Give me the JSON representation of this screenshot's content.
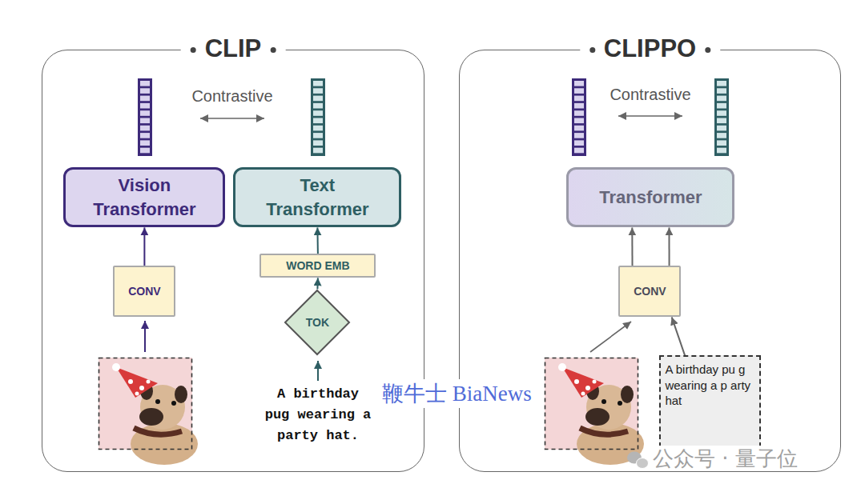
{
  "diagram": {
    "nodes": [
      {
        "text": [
          "CLIP"
        ]
      },
      {
        "text": [
          "Vision Transformer"
        ],
        "in": 0
      },
      {
        "text": [
          "Text Transformer"
        ],
        "in": 0
      },
      {
        "text": [
          "CONV"
        ],
        "in": 0
      },
      {
        "text": [
          "WORD EMB"
        ],
        "in": 0
      },
      {
        "text": [
          "TOK"
        ],
        "in": 0
      },
      {
        "text": [
          "CLIPPO"
        ]
      },
      {
        "text": [
          "Transformer"
        ],
        "in": 6
      },
      {
        "text": [
          "CONV"
        ],
        "in": 6
      },
      {
        "text": [
          "A birthday pu g wearing a p arty hat"
        ],
        "in": 6
      }
    ],
    "edges": [
      {
        "from": 3,
        "to": 1,
        "arrow": "to"
      },
      {
        "from": 4,
        "to": 2,
        "arrow": "to"
      },
      {
        "from": 5,
        "to": 4,
        "arrow": "to"
      },
      {
        "from": 8,
        "to": 7,
        "arrow": "to"
      },
      {
        "from": 8,
        "to": 7,
        "arrow": "to"
      },
      {
        "from": 9,
        "to": 8,
        "arrow": "to"
      }
    ],
    "labels": [
      "A birthday pug wearing a party hat.",
      "Contrastive",
      "Contrastive",
      "鞭牛士 BiaNews",
      "公众号 · 量子位"
    ]
  }
}
